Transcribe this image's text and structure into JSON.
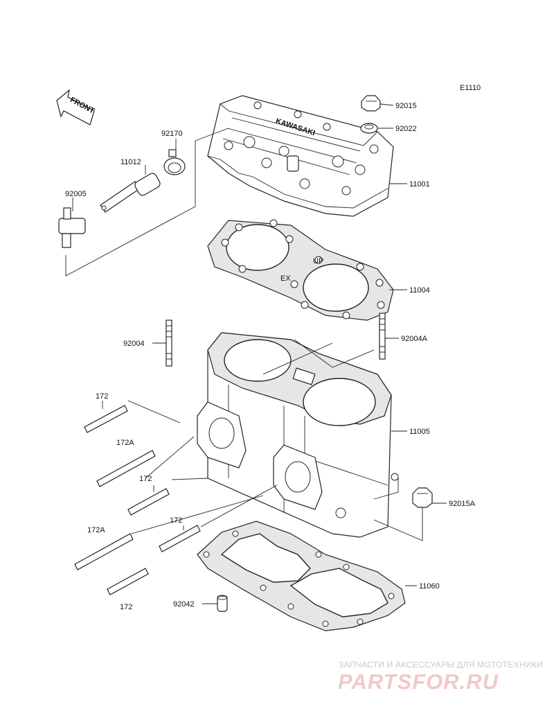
{
  "diagram_code": "E1110",
  "front_label": "FRONT",
  "callouts": [
    {
      "id": "92015",
      "text": "92015"
    },
    {
      "id": "92022",
      "text": "92022"
    },
    {
      "id": "92170",
      "text": "92170"
    },
    {
      "id": "11012",
      "text": "11012"
    },
    {
      "id": "92005",
      "text": "92005"
    },
    {
      "id": "11001",
      "text": "11001"
    },
    {
      "id": "11004",
      "text": "11004"
    },
    {
      "id": "92004",
      "text": "92004"
    },
    {
      "id": "92004A",
      "text": "92004A"
    },
    {
      "id": "172-a",
      "text": "172"
    },
    {
      "id": "172A-a",
      "text": "172A"
    },
    {
      "id": "172-b",
      "text": "172"
    },
    {
      "id": "11005",
      "text": "11005"
    },
    {
      "id": "92015A",
      "text": "92015A"
    },
    {
      "id": "172A-b",
      "text": "172A"
    },
    {
      "id": "172-c",
      "text": "172"
    },
    {
      "id": "11060",
      "text": "11060"
    },
    {
      "id": "92042",
      "text": "92042"
    },
    {
      "id": "172-d",
      "text": "172"
    }
  ],
  "head_text": "KAWASAKI",
  "gasket_marks": {
    "up": "UP",
    "ex": "EX"
  },
  "watermark": {
    "title": "ЗАПЧАСТИ И АКСЕССУАРЫ ДЛЯ МОТОТЕХНИКИ",
    "logo": "PARTSFOR.RU"
  },
  "colors": {
    "line": "#222222",
    "watermark_text": "#c9c9c9",
    "watermark_logo": "#f0c9c9"
  }
}
